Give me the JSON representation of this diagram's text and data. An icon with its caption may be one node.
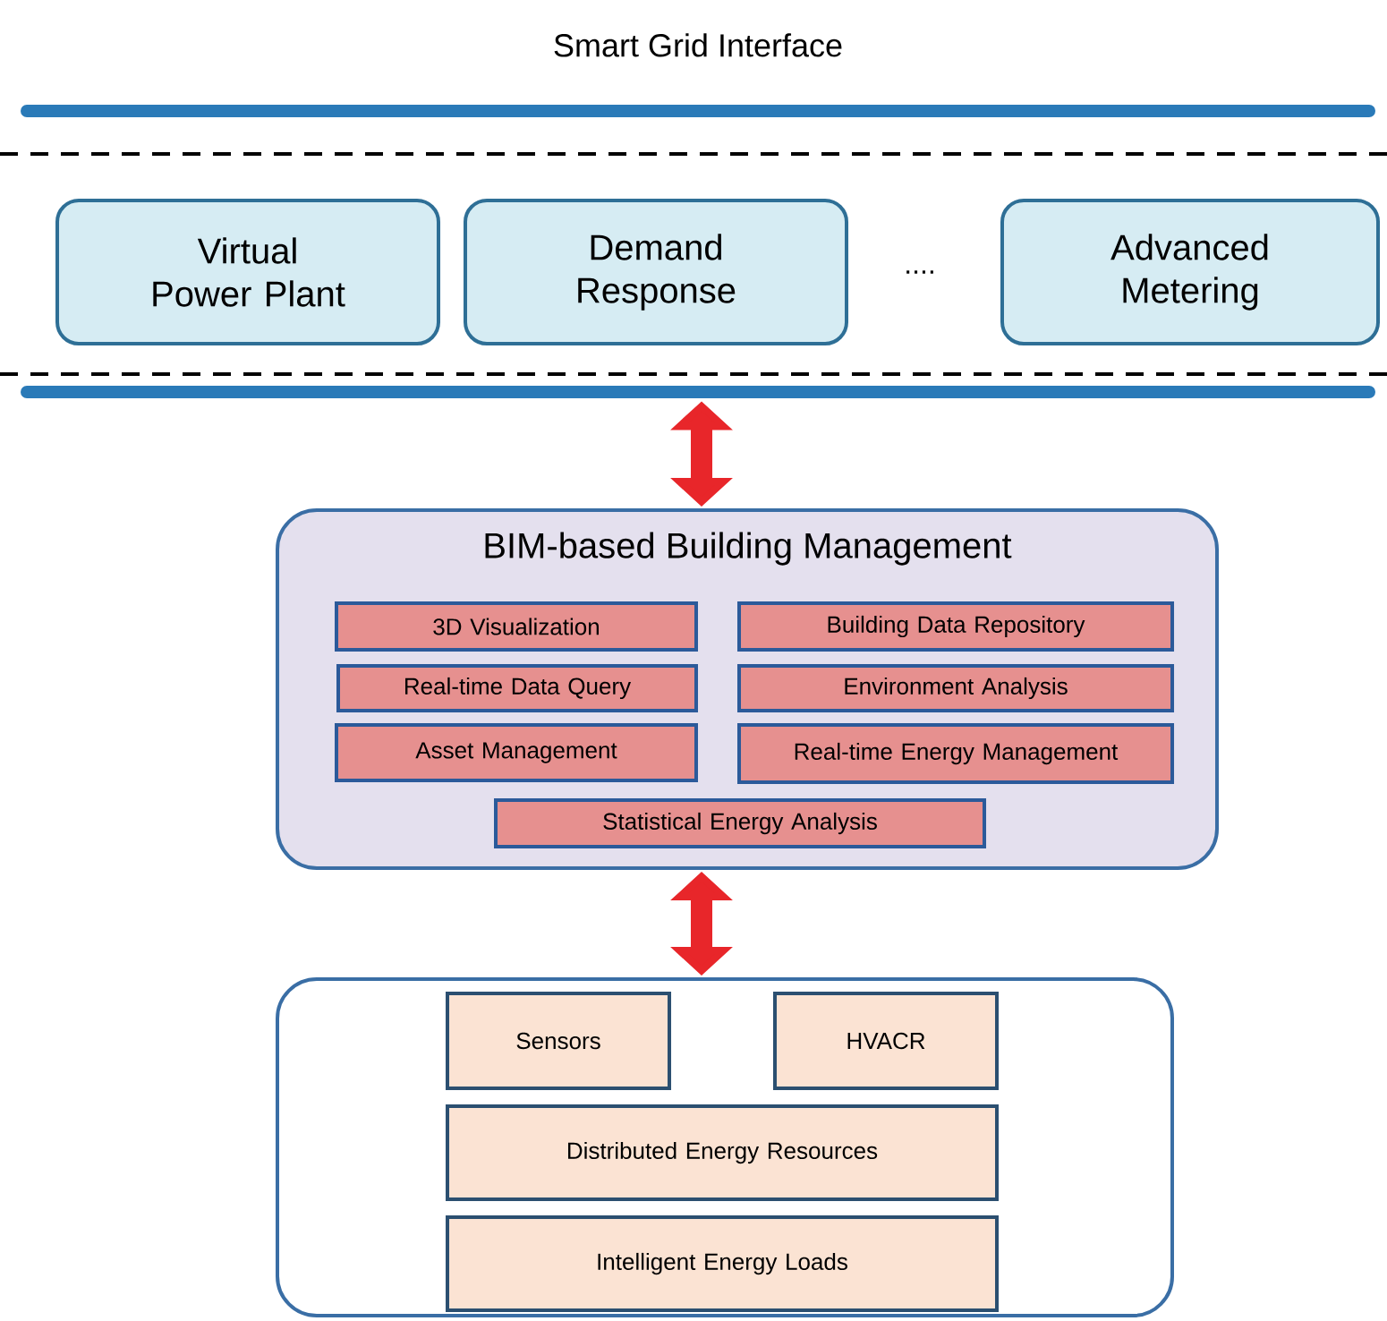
{
  "diagram": {
    "nodes": [
      {
        "text": [
          "Smart Grid Interface"
        ]
      },
      {
        "text": [
          "Virtual Power Plant"
        ],
        "in": 0
      },
      {
        "text": [
          "Demand Response"
        ],
        "in": 0
      },
      {
        "text": [
          "Advanced Metering"
        ],
        "in": 0
      },
      {
        "text": [
          "BIM-based Building Management"
        ]
      },
      {
        "text": [
          "3D Visualization"
        ],
        "in": 4
      },
      {
        "text": [
          "Building Data Repository"
        ],
        "in": 4
      },
      {
        "text": [
          "Real-time Data Query"
        ],
        "in": 4
      },
      {
        "text": [
          "Environment Analysis"
        ],
        "in": 4
      },
      {
        "text": [
          "Asset Management"
        ],
        "in": 4
      },
      {
        "text": [
          "Real-time Energy Management"
        ],
        "in": 4
      },
      {
        "text": [
          "Statistical Energy Analysis"
        ],
        "in": 4
      },
      {
        "text": [],
        "shape": "box"
      },
      {
        "text": [
          "Sensors"
        ],
        "in": 12
      },
      {
        "text": [
          "HVACR"
        ],
        "in": 12
      },
      {
        "text": [
          "Distributed Energy Resources"
        ],
        "in": 12
      },
      {
        "text": [
          "Intelligent Energy Loads"
        ],
        "in": 12
      }
    ],
    "edges": [
      {
        "from": 0,
        "to": 4,
        "arrow": "both"
      },
      {
        "from": 4,
        "to": 12,
        "arrow": "both"
      }
    ],
    "labels": [
      "...."
    ]
  }
}
